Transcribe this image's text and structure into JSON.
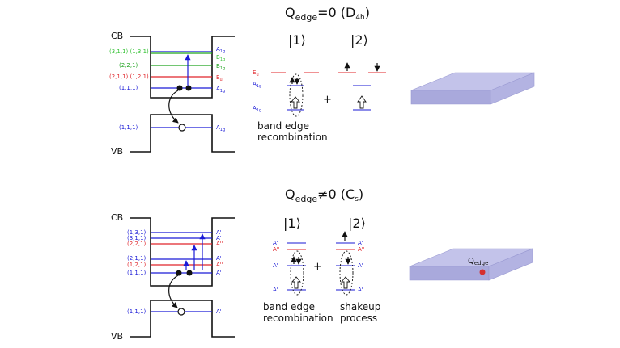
{
  "colors": {
    "blue": "#1a1ad6",
    "red": "#e0252a",
    "green": "#1fa31f",
    "lightgreen": "#35c235",
    "black": "#111111",
    "slab_top": "#c3c3ea",
    "slab_side": "#a9a9dc",
    "dot": "#d63030"
  },
  "top": {
    "title_q": "Q",
    "title_sub": "edge",
    "title_rest": "=0  (D",
    "title_sym_sub": "4h",
    "title_close": ")",
    "ket1": "|1⟩",
    "ket2": "|2⟩",
    "cb": "CB",
    "vb": "VB",
    "left_labels": [
      "(3,1,1) (1,3,1)",
      "(2,2,1)",
      "(2,1,1) (1,2,1)",
      "(1,1,1)"
    ],
    "right_labels": [
      "A1g",
      "B1g",
      "B1g",
      "Eu",
      "A1g"
    ],
    "right_labels_main": [
      "A",
      "B",
      "B",
      "E",
      "A"
    ],
    "right_labels_sub": [
      "1g",
      "1g",
      "1g",
      "u",
      "1g"
    ],
    "vb_left": "(1,1,1)",
    "vb_right_main": "A",
    "vb_right_sub": "1g",
    "ket1_labels_main": [
      "E",
      "A",
      "A"
    ],
    "ket1_labels_sub": [
      "u",
      "1g",
      "1g"
    ],
    "plus": "+",
    "caption1": "band edge",
    "caption2": "recombination"
  },
  "bottom": {
    "title_q": "Q",
    "title_sub": "edge",
    "title_rest": "≠0  (C",
    "title_sym_sub": "s",
    "title_close": ")",
    "ket1": "|1⟩",
    "ket2": "|2⟩",
    "cb": "CB",
    "vb": "VB",
    "left_labels": [
      "(1,3,1)",
      "(3,1,1)",
      "(2,2,1)",
      "(2,1,1)",
      "(1,2,1)",
      "(1,1,1)"
    ],
    "right_labels": [
      "A'",
      "A'",
      "A''",
      "A'",
      "A''",
      "A'"
    ],
    "vb_left": "(1,1,1)",
    "vb_right": "A'",
    "ket1_labels": [
      "A'",
      "A''",
      "A'",
      "A'"
    ],
    "ket2_labels": [
      "A'",
      "A''",
      "A'",
      "A'"
    ],
    "plus": "+",
    "caption1a": "band edge",
    "caption1b": "recombination",
    "caption2a": "shakeup",
    "caption2b": "process",
    "slab_label_main": "Q",
    "slab_label_sub": "edge"
  }
}
